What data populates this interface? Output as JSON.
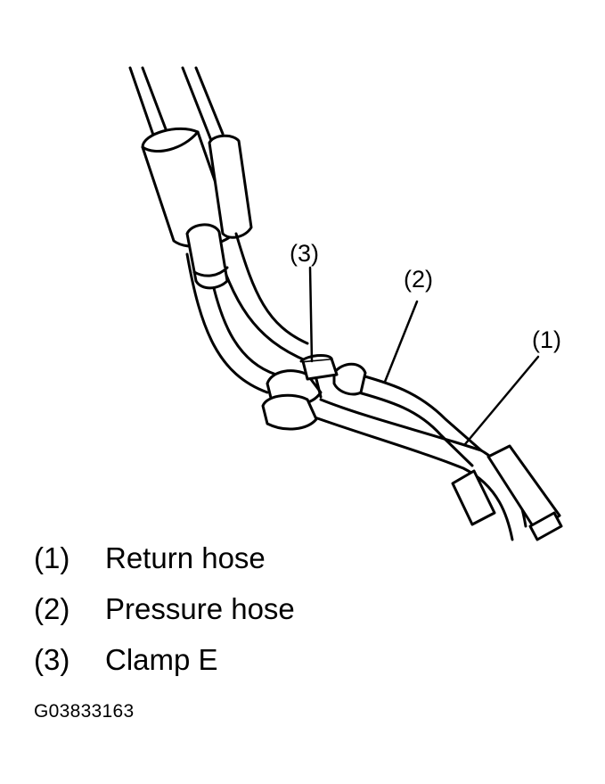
{
  "callouts": {
    "c1": "(1)",
    "c2": "(2)",
    "c3": "(3)"
  },
  "legend": [
    {
      "num": "(1)",
      "label": "Return hose"
    },
    {
      "num": "(2)",
      "label": "Pressure hose"
    },
    {
      "num": "(3)",
      "label": "Clamp E"
    }
  ],
  "figure_id": "G03833163"
}
